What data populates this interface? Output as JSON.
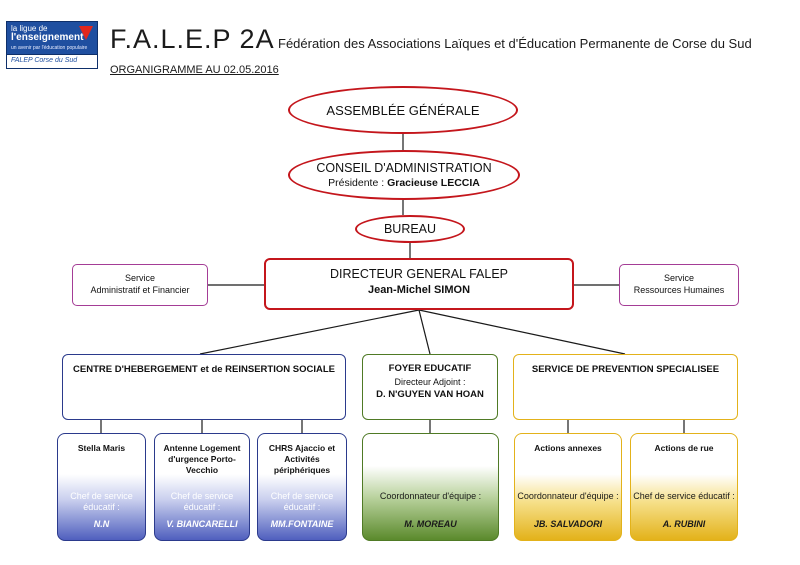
{
  "header": {
    "logo": {
      "line1": "la ligue de",
      "line2": "l'enseignement",
      "line3": "un avenir par l'éducation populaire",
      "line4": "FALEP Corse du Sud"
    },
    "title": "F.A.L.E.P 2A",
    "subtitle": "Fédération des Associations Laïques et d'Éducation Permanente de Corse du Sud",
    "date": "ORGANIGRAMME AU 02.05.2016"
  },
  "assemblee": "ASSEMBLÉE GÉNÉRALE",
  "conseil": {
    "title": "CONSEIL D'ADMINISTRATION",
    "president_label": "Présidente :",
    "president_name": "Gracieuse LECCIA"
  },
  "bureau": "BUREAU",
  "directeur": {
    "title": "DIRECTEUR GENERAL FALEP",
    "name": "Jean-Michel SIMON"
  },
  "service_admin": {
    "line1": "Service",
    "line2": "Administratif et Financier"
  },
  "service_rh": {
    "line1": "Service",
    "line2": "Ressources Humaines"
  },
  "departments": {
    "chrs": "CENTRE D'HEBERGEMENT et de REINSERTION SOCIALE",
    "foyer": {
      "title": "FOYER EDUCATIF",
      "deputy_label": "Directeur Adjoint :",
      "deputy_name": "D. N'GUYEN VAN HOAN"
    },
    "prevention": "SERVICE DE PREVENTION SPECIALISEE"
  },
  "units": [
    {
      "name": "Stella Maris",
      "role": "Chef de service éducatif :",
      "person": "N.N"
    },
    {
      "name": "Antenne Logement d'urgence Porto-Vecchio",
      "role": "Chef de service éducatif :",
      "person": "V. BIANCARELLI"
    },
    {
      "name": "CHRS Ajaccio et Activités périphériques",
      "role": "Chef de service éducatif :",
      "person": "MM.FONTAINE"
    },
    {
      "name": "",
      "role": "Coordonnateur d'équipe :",
      "person": "M. MOREAU"
    },
    {
      "name": "Actions annexes",
      "role": "Coordonnateur d'équipe :",
      "person": "JB. SALVADORI"
    },
    {
      "name": "Actions de rue",
      "role": "Chef de service éducatif :",
      "person": "A. RUBINI"
    }
  ],
  "colors": {
    "governance": "#c4161c",
    "services": "#a43d96",
    "chrs": "#2b3a8c",
    "foyer": "#4f7a25",
    "prevention": "#e3b21a"
  }
}
